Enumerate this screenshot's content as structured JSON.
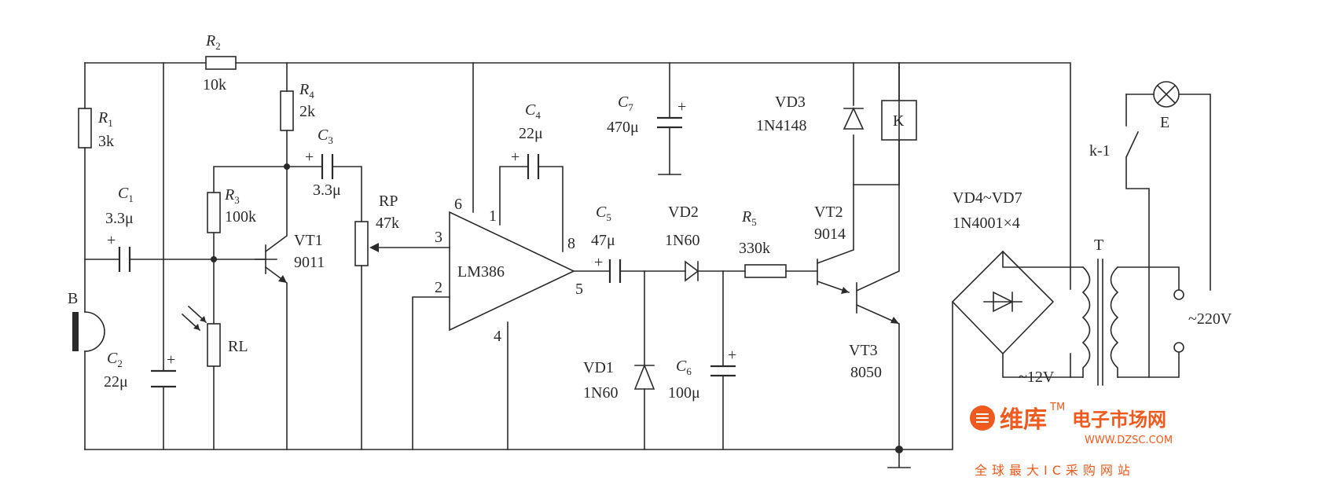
{
  "diagram": {
    "title": "Sound and light controlled lamp circuit",
    "components": {
      "R1": {
        "ref": "R",
        "sub": "1",
        "value": "3k"
      },
      "R2": {
        "ref": "R",
        "sub": "2",
        "value": "10k"
      },
      "R3": {
        "ref": "R",
        "sub": "3",
        "value": "100k"
      },
      "R4": {
        "ref": "R",
        "sub": "4",
        "value": "2k"
      },
      "R5": {
        "ref": "R",
        "sub": "5",
        "value": "330k"
      },
      "C1": {
        "ref": "C",
        "sub": "1",
        "value": "3.3μ"
      },
      "C2": {
        "ref": "C",
        "sub": "2",
        "value": "22μ"
      },
      "C3": {
        "ref": "C",
        "sub": "3",
        "value": "3.3μ"
      },
      "C4": {
        "ref": "C",
        "sub": "4",
        "value": "22μ"
      },
      "C5": {
        "ref": "C",
        "sub": "5",
        "value": "47μ"
      },
      "C6": {
        "ref": "C",
        "sub": "6",
        "value": "100μ"
      },
      "C7": {
        "ref": "C",
        "sub": "7",
        "value": "470μ"
      },
      "RP": {
        "ref": "RP",
        "value": "47k"
      },
      "RL": {
        "ref": "RL"
      },
      "B": {
        "ref": "B"
      },
      "VT1": {
        "ref": "VT1",
        "value": "9011"
      },
      "VT2": {
        "ref": "VT2",
        "value": "9014"
      },
      "VT3": {
        "ref": "VT3",
        "value": "8050"
      },
      "VD1": {
        "ref": "VD1",
        "value": "1N60"
      },
      "VD2": {
        "ref": "VD2",
        "value": "1N60"
      },
      "VD3": {
        "ref": "VD3",
        "value": "1N4148"
      },
      "VD4_7": {
        "ref": "VD4~VD7",
        "value": "1N4001×4"
      },
      "IC": {
        "ref": "LM386",
        "pins": [
          "6",
          "3",
          "2",
          "1",
          "8",
          "5",
          "4"
        ]
      },
      "K": {
        "ref": "K"
      },
      "K1": {
        "ref": "k-1"
      },
      "E": {
        "ref": "E"
      },
      "T": {
        "ref": "T",
        "secondary": "~12V",
        "primary": "~220V"
      }
    },
    "plus_sign": "+",
    "watermark": {
      "brand": "维库",
      "tm": "TM",
      "cn": "电子市场网",
      "url": "WWW.DZSC.COM",
      "slogan": "全球最大IC采购网站"
    },
    "colors": {
      "ink": "#2a2a2a",
      "watermark": "#f05a1e"
    }
  }
}
